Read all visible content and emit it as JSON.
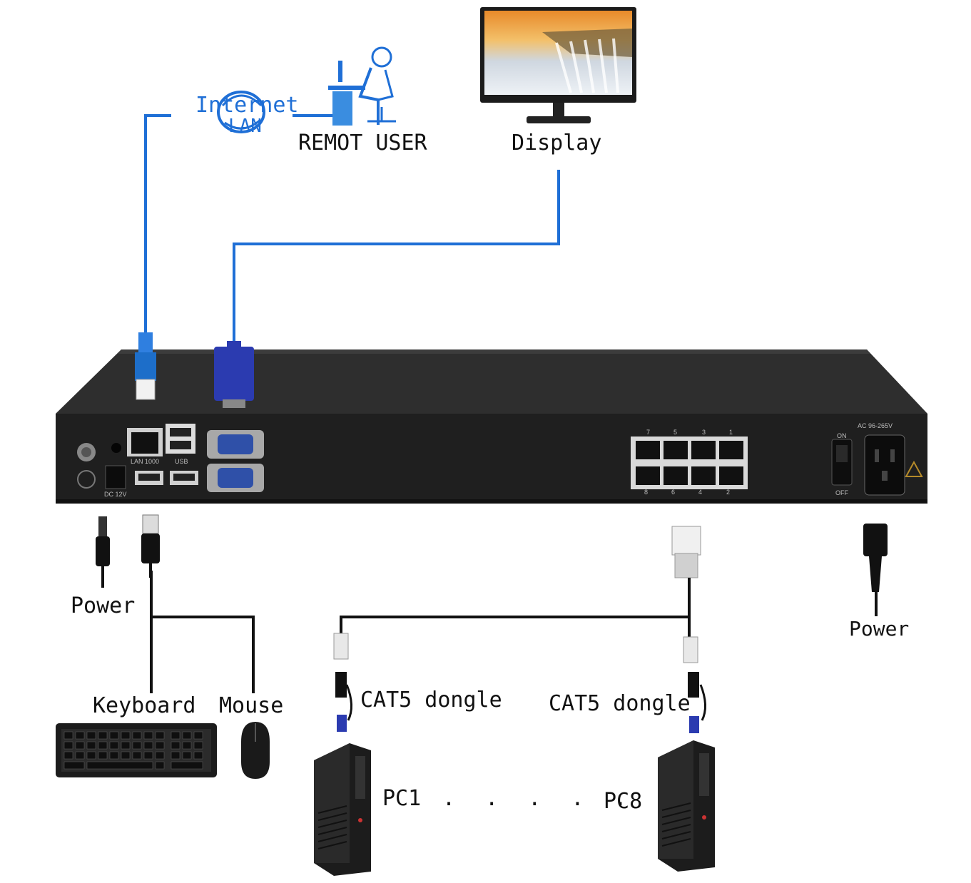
{
  "labels": {
    "internet": "Internet",
    "lan": "LAN",
    "remote_user": "REMOT USER",
    "display": "Display",
    "power_left": "Power",
    "keyboard": "Keyboard",
    "mouse": "Mouse",
    "cat5_dongle_1": "CAT5 dongle",
    "cat5_dongle_2": "CAT5 dongle",
    "pc1": "PC1",
    "ellipsis": ". . . . .",
    "pc8": "PC8",
    "power_right": "Power"
  },
  "device": {
    "lan_port_label": "LAN 1000",
    "usb_label": "USB",
    "dc_label": "DC 12V",
    "ac_label": "AC 96-265V",
    "switch_on": "ON",
    "switch_off": "OFF",
    "port_numbers_top": [
      "7",
      "5",
      "3",
      "1"
    ],
    "port_numbers_bottom": [
      "8",
      "6",
      "4",
      "2"
    ]
  },
  "colors": {
    "network_line": "#1f6fd6",
    "cable_line": "#111111",
    "chassis": "#232323",
    "vga_blue": "#2b3bb0"
  }
}
